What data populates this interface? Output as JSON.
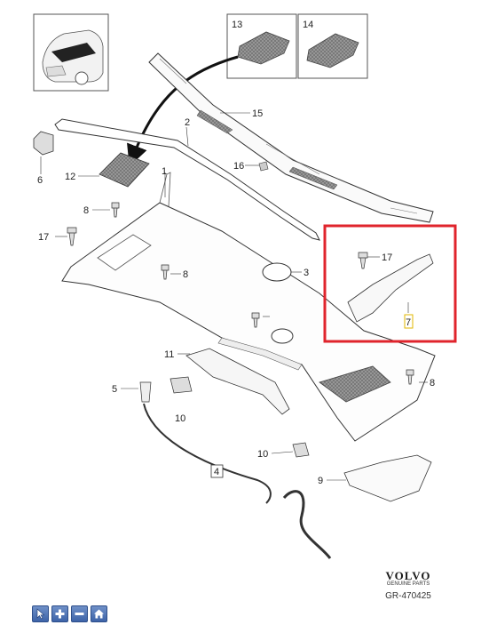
{
  "diagram": {
    "thumbnails": [
      {
        "label": "13"
      },
      {
        "label": "14"
      }
    ],
    "callouts": {
      "c1": "1",
      "c2": "2",
      "c3": "3",
      "c4": "4",
      "c5": "5",
      "c6": "6",
      "c7": "7",
      "c8a": "8",
      "c8b": "8",
      "c8c": "8",
      "c9": "9",
      "c10a": "10",
      "c10b": "10",
      "c11": "11",
      "c12": "12",
      "c15": "15",
      "c16": "16",
      "c17a": "17",
      "c17b": "17"
    },
    "highlight_color": "#e0242c"
  },
  "branding": {
    "logo": "VOLVO",
    "subtitle": "GENUINE PARTS",
    "reference": "GR-470425"
  },
  "toolbar": {
    "buttons": [
      {
        "icon": "pointer-icon"
      },
      {
        "icon": "zoom-in-icon"
      },
      {
        "icon": "zoom-out-icon"
      },
      {
        "icon": "home-icon"
      }
    ]
  }
}
